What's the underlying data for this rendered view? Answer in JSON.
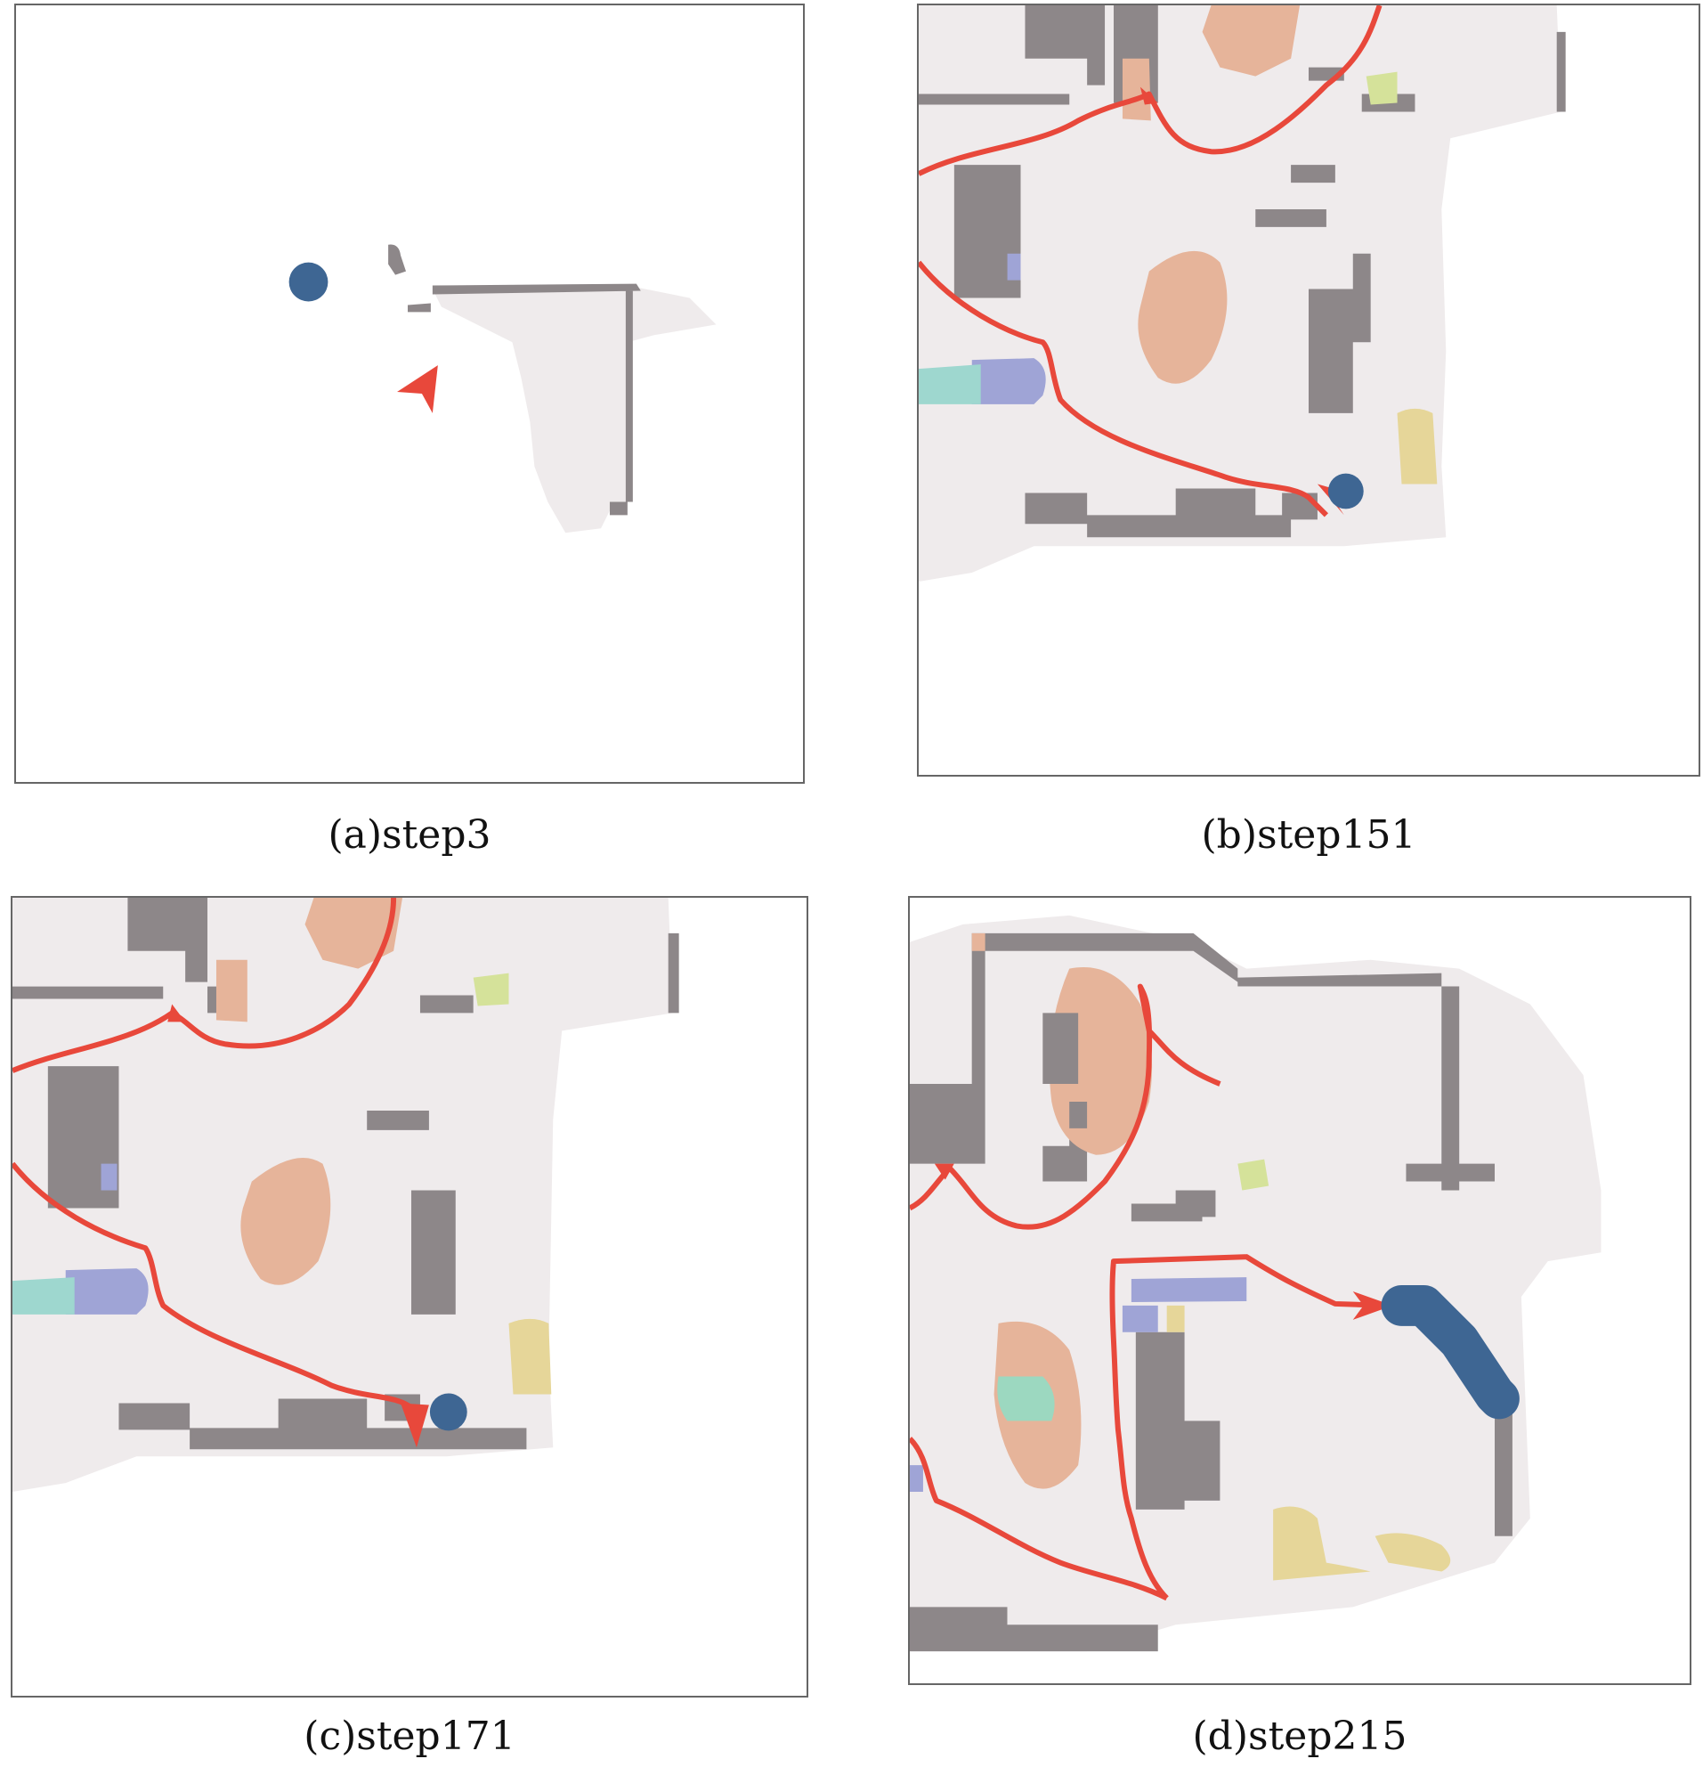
{
  "colors": {
    "explored": "#efebec",
    "obstacle": "#8d8789",
    "trajectory": "#e8483b",
    "goal": "#3e6693",
    "object_orange": "#e6b49a",
    "object_purple": "#9fa4d6",
    "object_cyan": "#9ed7cf",
    "object_yellow": "#e6d699",
    "object_lime": "#d5e29a",
    "object_green": "#9cd8c0"
  },
  "icons": {
    "agent": "arrowhead-icon",
    "goal": "filled-circle-icon"
  },
  "panels": [
    {
      "id": "a",
      "caption": "(a)step3"
    },
    {
      "id": "b",
      "caption": "(b)step151"
    },
    {
      "id": "c",
      "caption": "(c)step171"
    },
    {
      "id": "d",
      "caption": "(d)step215"
    }
  ]
}
